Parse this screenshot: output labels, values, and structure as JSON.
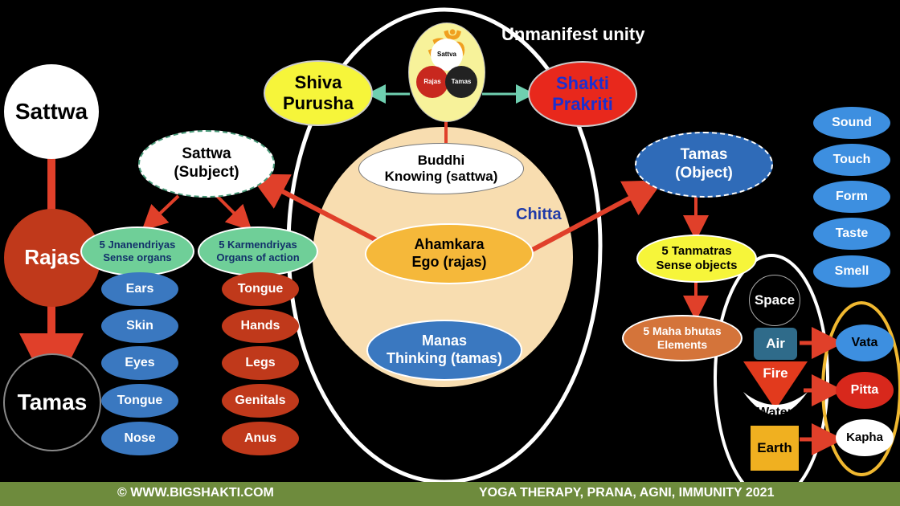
{
  "gunas": {
    "sattwa": "Sattwa",
    "rajas": "Rajas",
    "tamas": "Tamas"
  },
  "unmanifest": {
    "label": "Unmanifest unity",
    "center": {
      "sattva": "Sattva",
      "rajas": "Rajas",
      "tamas": "Tamas"
    }
  },
  "shiva": {
    "line1": "Shiva",
    "line2": "Purusha"
  },
  "shakti": {
    "line1": "Shakti",
    "line2": "Prakriti"
  },
  "chitta": {
    "label": "Chitta",
    "buddhi": {
      "line1": "Buddhi",
      "line2": "Knowing (sattwa)"
    },
    "ahamkara": {
      "line1": "Ahamkara",
      "line2": "Ego (rajas)"
    },
    "manas": {
      "line1": "Manas",
      "line2": "Thinking (tamas)"
    }
  },
  "subject": {
    "line1": "Sattwa",
    "line2": "(Subject)"
  },
  "object": {
    "line1": "Tamas",
    "line2": "(Object)"
  },
  "jnanendriyas": {
    "line1": "5 Jnanendriyas",
    "line2": "Sense organs",
    "items": [
      "Ears",
      "Skin",
      "Eyes",
      "Tongue",
      "Nose"
    ]
  },
  "karmendriyas": {
    "line1": "5 Karmendriyas",
    "line2": "Organs of action",
    "items": [
      "Tongue",
      "Hands",
      "Legs",
      "Genitals",
      "Anus"
    ]
  },
  "tanmatras": {
    "line1": "5 Tanmatras",
    "line2": "Sense objects"
  },
  "senses": [
    "Sound",
    "Touch",
    "Form",
    "Taste",
    "Smell"
  ],
  "mahabhutas": {
    "line1": "5 Maha bhutas",
    "line2": "Elements"
  },
  "elements": {
    "space": "Space",
    "air": "Air",
    "fire": "Fire",
    "water": "Water",
    "earth": "Earth"
  },
  "doshas": {
    "vata": "Vata",
    "pitta": "Pitta",
    "kapha": "Kapha"
  },
  "footer": {
    "left": "© WWW.BIGSHAKTI.COM",
    "right": "YOGA THERAPY, PRANA, AGNI, IMMUNITY 2021"
  },
  "colors": {
    "footer": "#6e8b3d",
    "chitta": "#f8ddb0",
    "blue": "#3a78c0",
    "red": "#c0391b",
    "green": "#6fcf98",
    "yellow": "#f6f53a",
    "sense_blue": "#3d8fe0",
    "ahamkara": "#f5b83a",
    "mahabhuta": "#d4743a"
  }
}
